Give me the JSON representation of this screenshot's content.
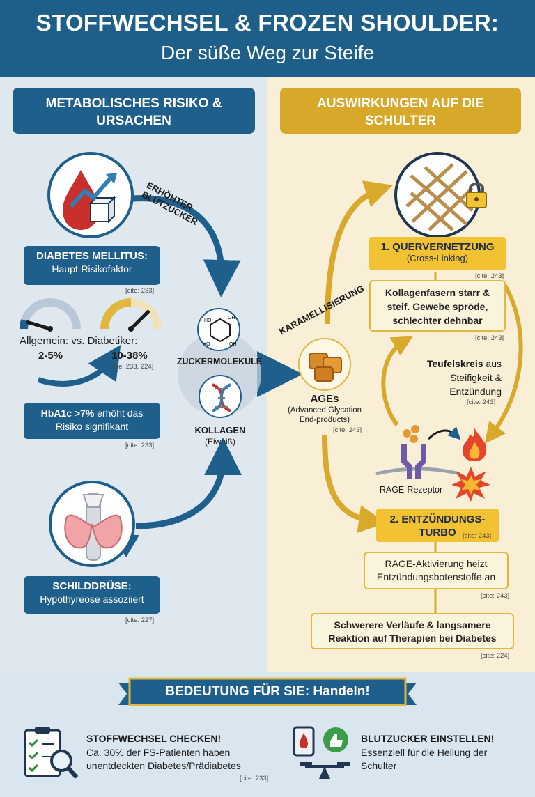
{
  "header": {
    "title": "STOFFWECHSEL & FROZEN SHOULDER:",
    "subtitle": "Der süße Weg zur Steife"
  },
  "left": {
    "heading": "METABOLISCHES RISIKO & URSACHEN",
    "arrow_label": "ERHÖHTER BLUTZUCKER",
    "diabetes": {
      "title": "DIABETES MELLITUS:",
      "text": "Haupt-Risikofaktor",
      "cite": "[cite: 233]"
    },
    "gauge": {
      "general_label": "Allgemein:",
      "vs": "vs.",
      "diabetic_label": "Diabetiker:",
      "general_value": "2-5%",
      "diabetic_value": "10-38%",
      "cite": "[cite: 233, 224]"
    },
    "hba1c": {
      "bold": "HbA1c >7%",
      "text": " erhöht das Risiko signifikant",
      "cite": "[cite: 233]"
    },
    "sugar_label": "ZUCKERMOLEKÜLE",
    "collagen_label": "KOLLAGEN",
    "collagen_sub": "(Eiweiß)",
    "thyroid": {
      "title": "SCHILDDRÜSE:",
      "text": "Hypothyreose assoziiert",
      "cite": "[cite: 227]"
    }
  },
  "right": {
    "heading": "AUSWIRKUNGEN AUF DIE SCHULTER",
    "caramel_label": "KARAMELLISIERUNG",
    "ages": {
      "title": "AGEs",
      "sub": "(Advanced Glycation End-products)",
      "cite": "[cite: 243]"
    },
    "crosslink": {
      "title": "1. QUERVERNETZUNG",
      "sub": "(Cross-Linking)",
      "cite": "[cite: 243]"
    },
    "collagen_fibers": {
      "text": "Kollagenfasern starr & steif. Gewebe spröde, schlechter dehnbar",
      "cite": "[cite: 243]"
    },
    "cycle": {
      "prefix": "Teufelskreis",
      "text": " aus Steifigkeit & Entzündung",
      "cite": "[cite: 243]"
    },
    "rage_label": "RAGE-Rezeptor",
    "inflammation": {
      "title": "2. ENTZÜNDUNGS-TURBO",
      "cite": "[cite: 243]"
    },
    "rage_activation": {
      "text": "RAGE-Aktivierung heizt Entzündungsbotenstoffe an",
      "cite": "[cite: 243]"
    },
    "severe": {
      "text": "Schwerere Verläufe & langsamere Reaktion auf Therapien bei Diabetes",
      "cite": "[cite: 224]"
    }
  },
  "bottom": {
    "banner": "BEDEUTUNG FÜR SIE: Handeln!",
    "check": {
      "title": "STOFFWECHSEL CHECKEN!",
      "text": "Ca. 30% der FS-Patienten haben unentdeckten Diabetes/Prädiabetes",
      "cite": "[cite: 233]"
    },
    "adjust": {
      "title": "BLUTZUCKER EINSTELLEN!",
      "text": "Essenziell für die Heilung der Schulter"
    }
  },
  "colors": {
    "blue": "#1f5f8b",
    "gold": "#e1b73d",
    "yellow": "#f2c232",
    "red": "#d63a2f"
  },
  "gauges": {
    "general_fill": 0.05,
    "diabetic_fill": 0.38
  }
}
